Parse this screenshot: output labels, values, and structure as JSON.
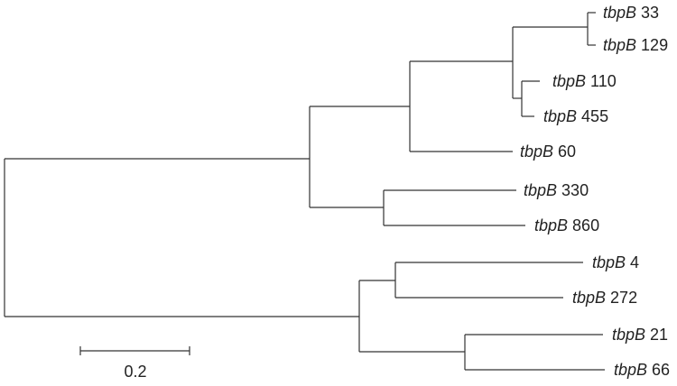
{
  "tree": {
    "leaves": [
      {
        "gene": "tbpB",
        "strain": "33"
      },
      {
        "gene": "tbpB",
        "strain": "129"
      },
      {
        "gene": "tbpB",
        "strain": "110"
      },
      {
        "gene": "tbpB",
        "strain": "455"
      },
      {
        "gene": "tbpB",
        "strain": "60"
      },
      {
        "gene": "tbpB",
        "strain": "330"
      },
      {
        "gene": "tbpB",
        "strain": "860"
      },
      {
        "gene": "tbpB",
        "strain": "4"
      },
      {
        "gene": "tbpB",
        "strain": "272"
      },
      {
        "gene": "tbpB",
        "strain": "21"
      },
      {
        "gene": "tbpB",
        "strain": "66"
      }
    ],
    "scale_bar": {
      "value": 0.2,
      "label": "0.2"
    }
  },
  "colors": {
    "line": "#333333",
    "text": "#222222",
    "background": "#ffffff"
  }
}
